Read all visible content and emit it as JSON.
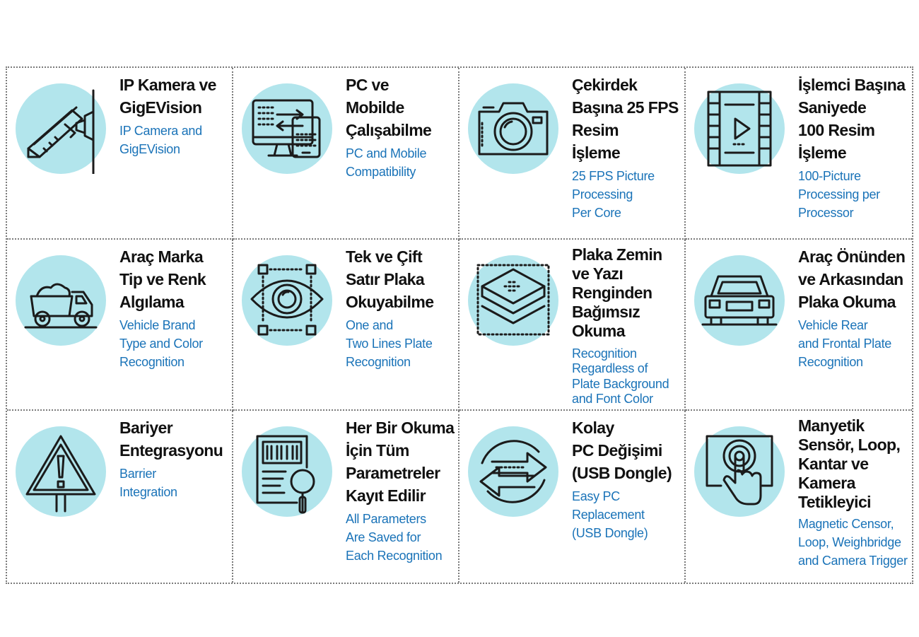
{
  "features": [
    {
      "title": [
        "IP Kamera ve",
        "GigEVision"
      ],
      "subtitle": [
        "IP Camera and",
        "GigEVision"
      ],
      "icon": "cctv-camera-icon"
    },
    {
      "title": [
        "PC ve",
        "Mobilde",
        "Çalışabilme"
      ],
      "subtitle": [
        "PC and Mobile",
        "Compatibility"
      ],
      "icon": "computer-phone-sync-icon"
    },
    {
      "title": [
        "Çekirdek",
        "Başına 25 FPS",
        "Resim",
        "İşleme"
      ],
      "subtitle": [
        "25 FPS Picture",
        "Processing",
        "Per Core"
      ],
      "icon": "photo-camera-icon"
    },
    {
      "title": [
        "İşlemci Başına",
        "Saniyede",
        "100 Resim",
        "İşleme"
      ],
      "subtitle": [
        "100-Picture",
        "Processing per",
        "Processor"
      ],
      "icon": "video-film-icon"
    },
    {
      "title": [
        "Araç Marka",
        "Tip ve Renk",
        "Algılama"
      ],
      "subtitle": [
        "Vehicle Brand",
        "Type and Color",
        "Recognition"
      ],
      "icon": "dump-truck-icon"
    },
    {
      "title": [
        "Tek ve Çift",
        "Satır Plaka",
        "Okuyabilme"
      ],
      "subtitle": [
        "One and",
        "Two Lines Plate",
        "Recognition"
      ],
      "icon": "eye-scan-icon"
    },
    {
      "title": [
        "Plaka Zemin",
        "ve Yazı",
        "Renginden",
        "Bağımsız",
        "Okuma"
      ],
      "subtitle": [
        "Recognition",
        "Regardless of",
        "Plate Background",
        "and Font Color"
      ],
      "icon": "layers-icon"
    },
    {
      "title": [
        "Araç Önünden",
        "ve Arkasından",
        "Plaka Okuma"
      ],
      "subtitle": [
        "Vehicle Rear",
        "and Frontal Plate",
        "Recognition"
      ],
      "icon": "car-front-icon"
    },
    {
      "title": [
        "Bariyer",
        "Entegrasyonu"
      ],
      "subtitle": [
        "Barrier",
        "Integration"
      ],
      "icon": "warning-sign-icon"
    },
    {
      "title": [
        "Her Bir Okuma",
        "İçin Tüm",
        "Parametreler",
        "Kayıt Edilir"
      ],
      "subtitle": [
        "All Parameters",
        "Are Saved for",
        "Each Recognition"
      ],
      "icon": "document-search-icon"
    },
    {
      "title": [
        "Kolay",
        "PC Değişimi",
        "(USB Dongle)"
      ],
      "subtitle": [
        "Easy PC",
        "Replacement",
        "(USB Dongle)"
      ],
      "icon": "swap-arrows-icon"
    },
    {
      "title": [
        "Manyetik",
        "Sensör, Loop,",
        "Kantar ve",
        "Kamera",
        "Tetikleyici"
      ],
      "subtitle": [
        "Magnetic Censor,",
        "Loop, Weighbridge",
        "and Camera Trigger"
      ],
      "icon": "touch-trigger-icon"
    }
  ],
  "colors": {
    "circle": "#b2e5ec",
    "title": "#111111",
    "subtitle": "#1a73b8",
    "border": "#7a7a7a"
  }
}
